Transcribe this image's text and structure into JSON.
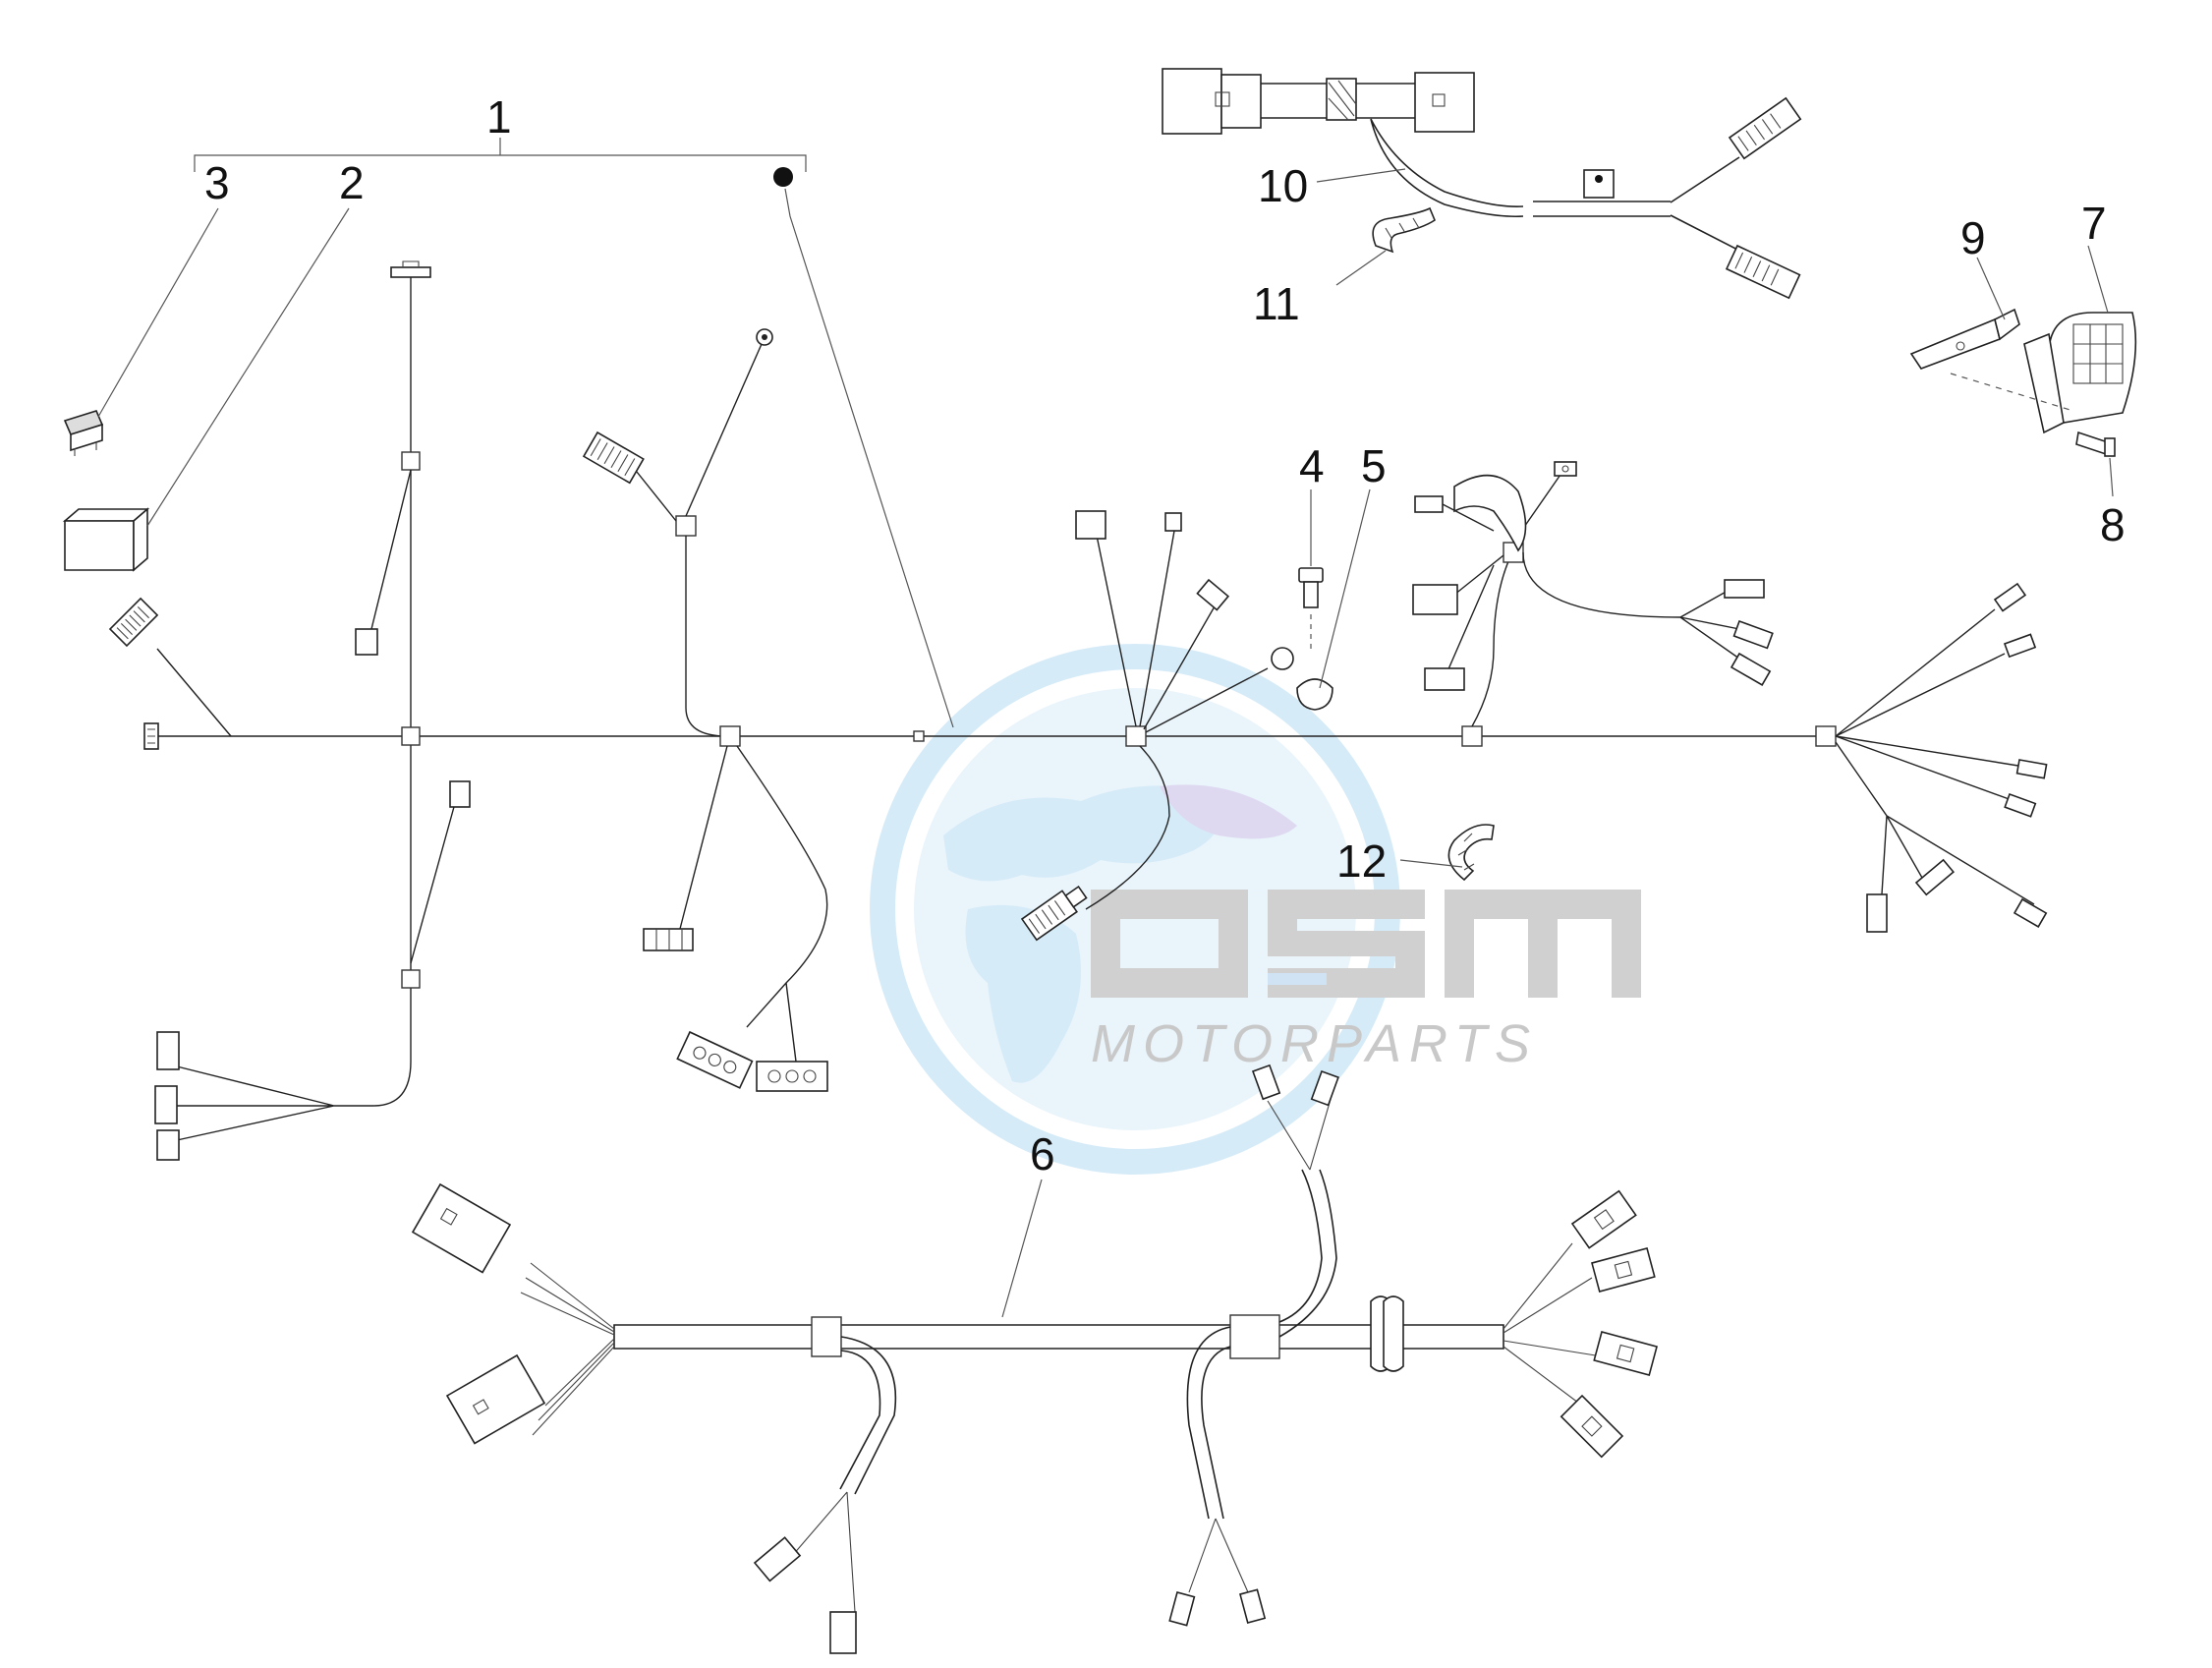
{
  "callouts": [
    {
      "label": "1",
      "name": "callout-1-main-harness"
    },
    {
      "label": "2",
      "name": "callout-2-relay"
    },
    {
      "label": "3",
      "name": "callout-3-fuse"
    },
    {
      "label": "4",
      "name": "callout-4-screw"
    },
    {
      "label": "5",
      "name": "callout-5-nut"
    },
    {
      "label": "6",
      "name": "callout-6-secondary-harness"
    },
    {
      "label": "7",
      "name": "callout-7-connector-block"
    },
    {
      "label": "8",
      "name": "callout-8-bolt"
    },
    {
      "label": "9",
      "name": "callout-9-bracket"
    },
    {
      "label": "10",
      "name": "callout-10-adapter-cable"
    },
    {
      "label": "11",
      "name": "callout-11-cable-clip"
    },
    {
      "label": "12",
      "name": "callout-12-cable-clip"
    }
  ],
  "watermark": {
    "logo_text": "OSM",
    "tagline": "MOTORPARTS",
    "colors": {
      "globe": "#cfe8f7",
      "globe_accent": "#d9d3ee",
      "letters": "#c8c8c8"
    }
  },
  "colors": {
    "line": "#222222",
    "background": "#ffffff"
  }
}
